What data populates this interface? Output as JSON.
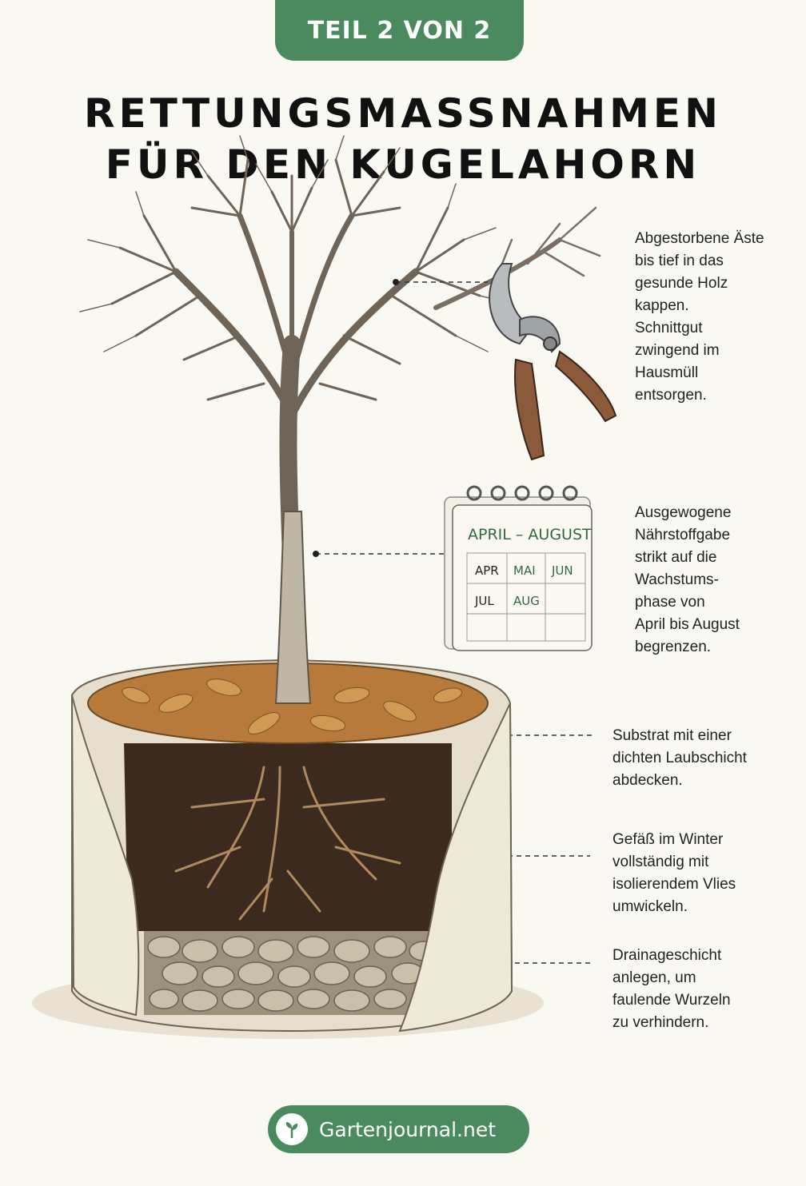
{
  "badge": {
    "label": "TEIL 2 VON 2"
  },
  "title": {
    "line1": "RETTUNGSMASSNAHMEN",
    "line2": "FÜR DEN KUGELAHORN"
  },
  "calendar": {
    "header": "APRIL – AUGUST",
    "months": [
      "APR",
      "MAI",
      "JUN",
      "JUL",
      "AUG"
    ]
  },
  "annotations": {
    "pruning": "Abgestorbene Äste\nbis tief in das\ngesunde Holz\nkappen.\nSchnittgut\nzwingend im\nHausmüll\nentsorgen.",
    "fertilizing": "Ausgewogene\nNährstoffgabe\nstrikt auf die\nWachstums-\nphase von\nApril bis August\nbegrenzen.",
    "mulch": "Substrat mit einer\ndichten Laubschicht\nabdecken.",
    "fleece": "Gefäß im Winter\nvollständig mit\nisolierendem Vlies\numwickeln.",
    "drainage": "Drainageschicht\nanlegen, um\nfaulende Wurzeln\nzu verhindern."
  },
  "footer": {
    "brand": "Gartenjournal.net",
    "logo_icon": "sprout-icon"
  },
  "colors": {
    "accent": "#4a8a5e",
    "background": "#faf8f2"
  }
}
